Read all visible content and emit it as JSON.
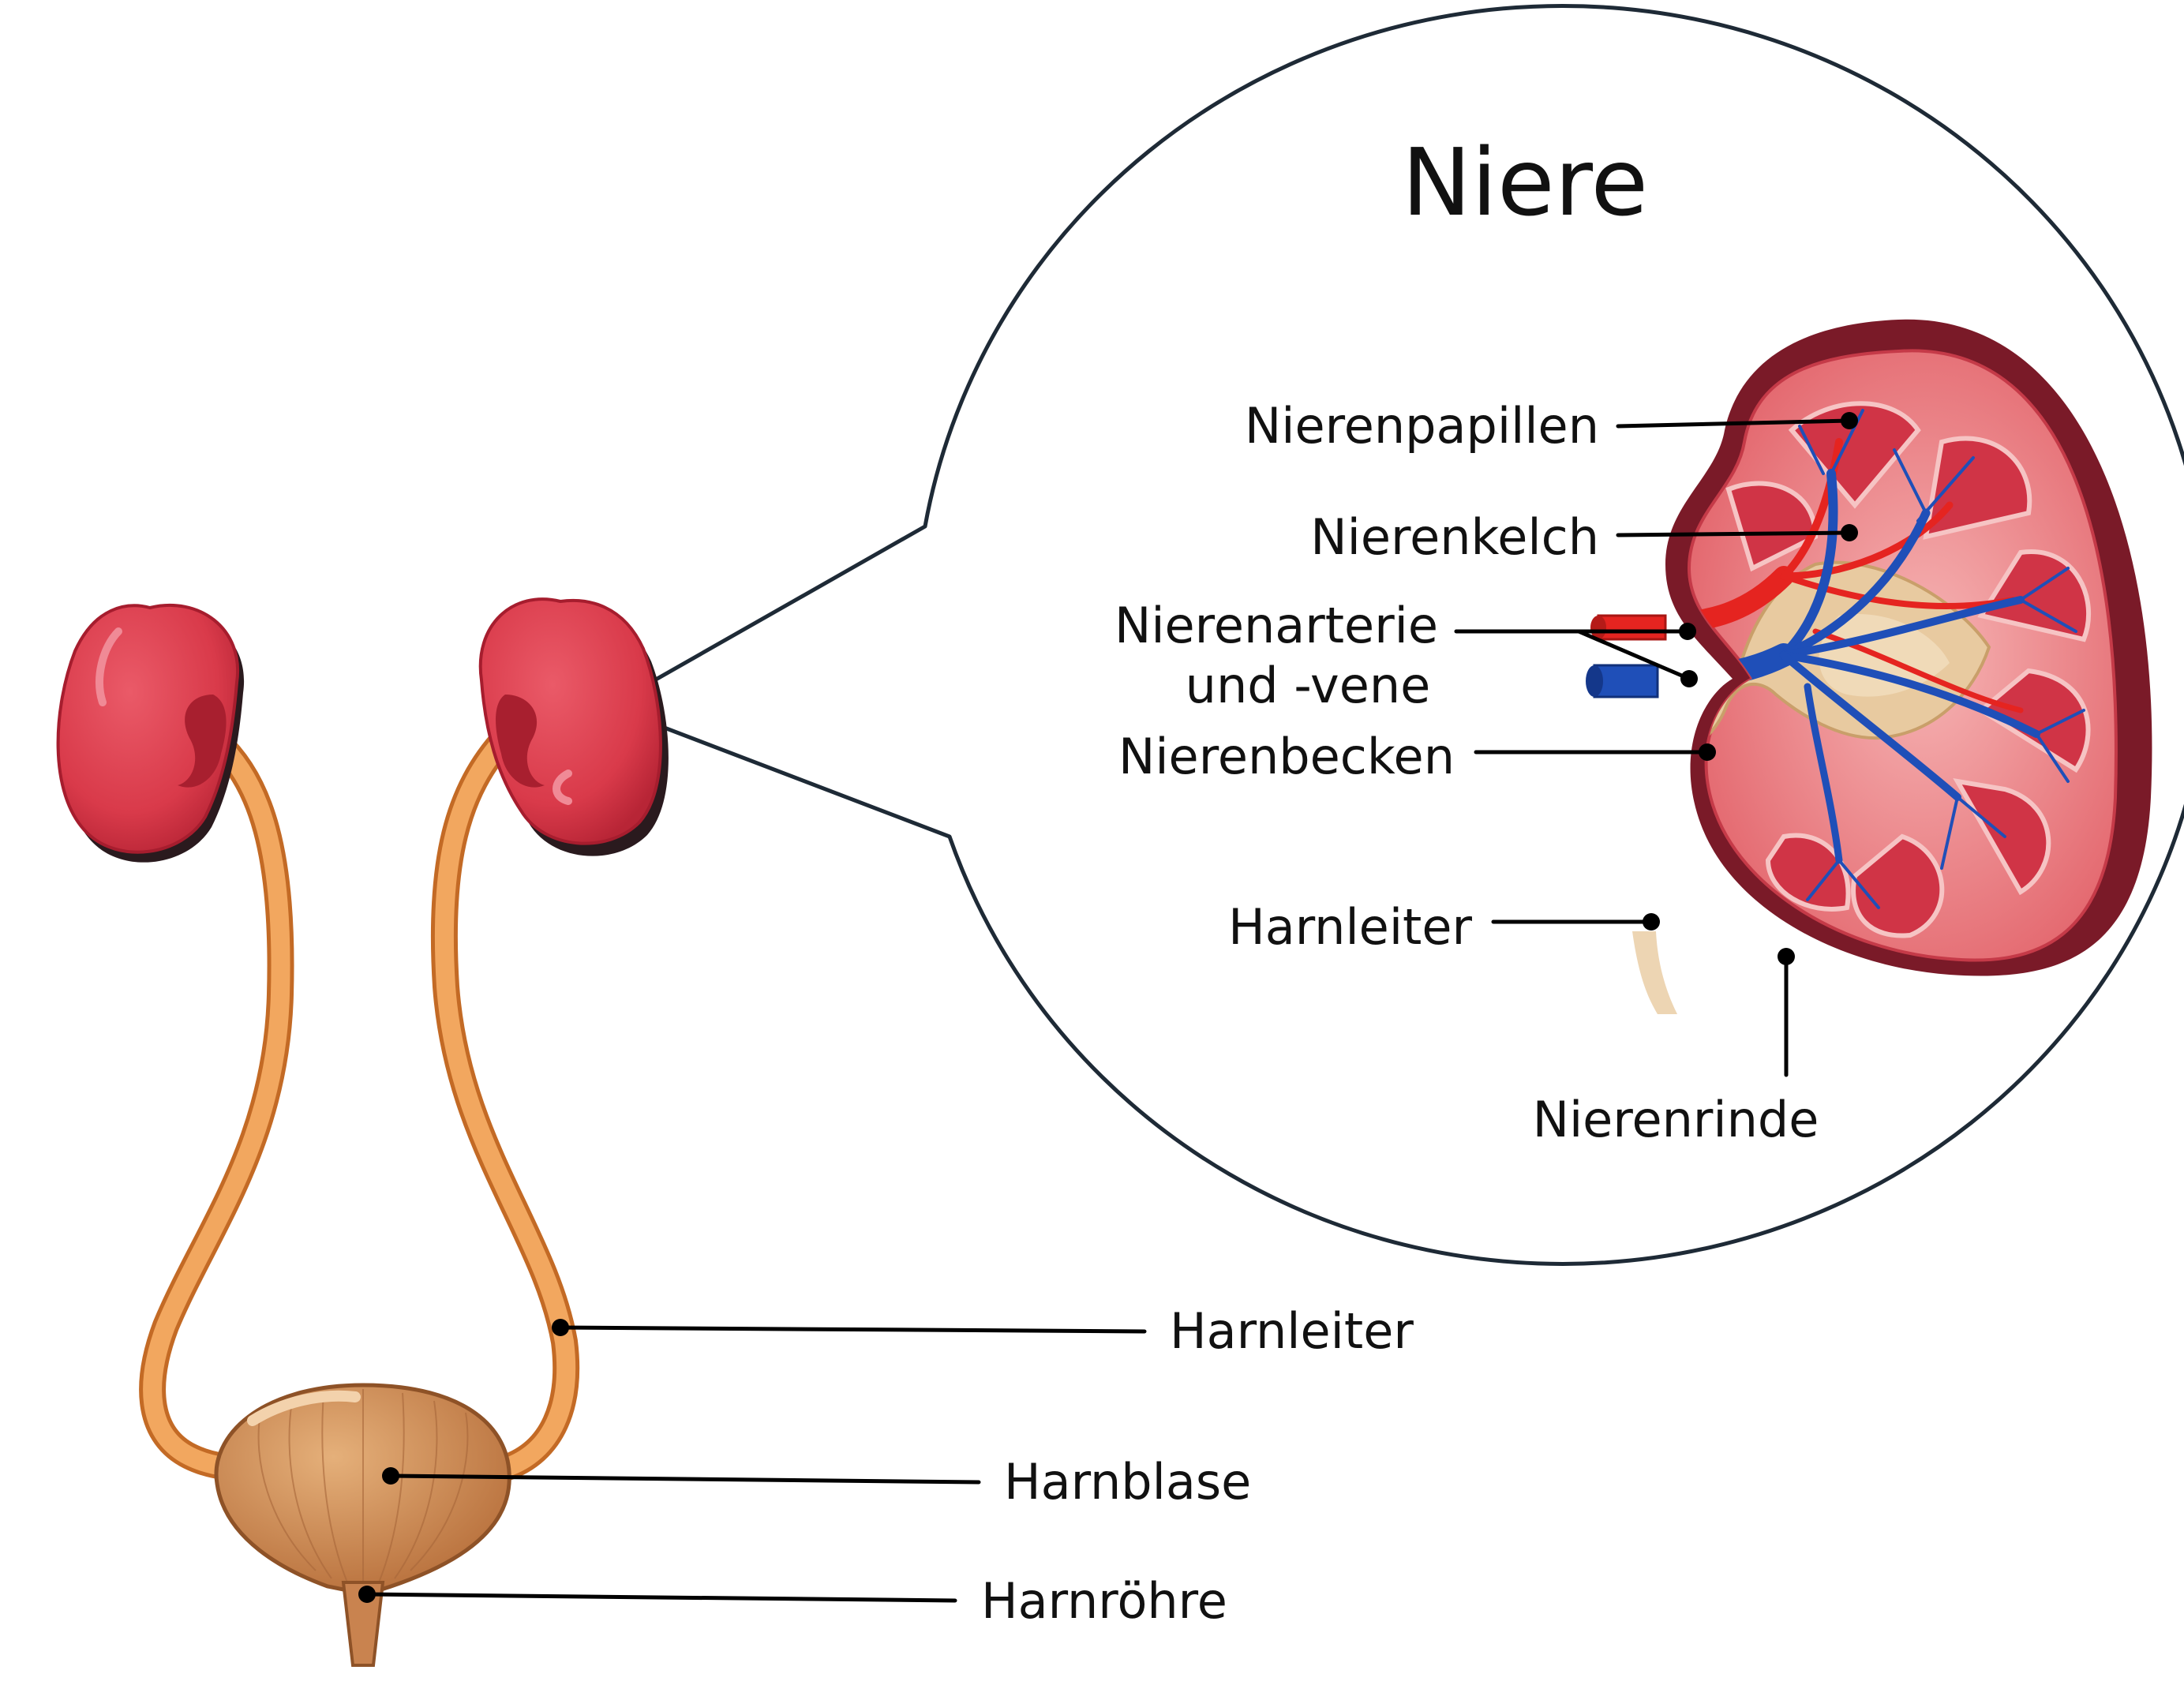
{
  "title": "Niere",
  "labels": {
    "nierenpapillen": "Nierenpapillen",
    "nierenkelch": "Nierenkelch",
    "nierenarterie_line1": "Nierenarterie",
    "nierenarterie_line2": "und -vene",
    "nierenbecken": "Nierenbecken",
    "harnleiter_detail": "Harnleiter",
    "nierenrinde": "Nierenrinde",
    "harnleiter": "Harnleiter",
    "harnblase": "Harnblase",
    "harnroehre": "Harnröhre"
  },
  "colors": {
    "kidney": "#d93a4a",
    "kidney_dark": "#8e1a2a",
    "ureter": "#e8964a",
    "bladder": "#c9834f",
    "artery": "#e52420",
    "vein": "#1f4fb8",
    "pelvis": "#e8caa0",
    "outline": "#1e2a36"
  }
}
